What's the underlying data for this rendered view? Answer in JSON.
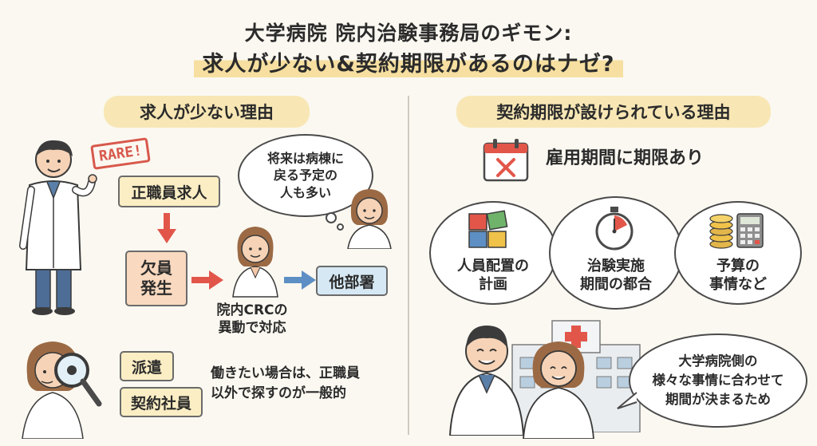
{
  "title": {
    "line1": "大学病院 院内治験事務局のギモン:",
    "line2": "求人が少ない&契約期限があるのはナゼ?"
  },
  "left": {
    "heading": "求人が少ない理由",
    "rare_stamp": "RARE!",
    "job_card": "正職員求人",
    "vacancy_card": [
      "欠員",
      "発生"
    ],
    "thought_bubble": [
      "将来は病棟に",
      "戻る予定の",
      "人も多い"
    ],
    "dept_card": "他部署",
    "crc_caption": [
      "院内CRCの",
      "異動で対応"
    ],
    "haken_card": "派遣",
    "keiyaku_card": "契約社員",
    "bottom_text": [
      "働きたい場合は、正職員",
      "以外で探すのが一般的"
    ]
  },
  "right": {
    "heading": "契約期限が設けられている理由",
    "calendar_text": "雇用期間に期限あり",
    "reasons": [
      [
        "人員配置の",
        "計画"
      ],
      [
        "治験実施",
        "期間の都合"
      ],
      [
        "予算の",
        "事情など"
      ]
    ],
    "speech": [
      "大学病院側の",
      "様々な事情に合わせて",
      "期間が決まるため"
    ]
  },
  "colors": {
    "highlight": "#f6dfa0",
    "heading_bg": "#f8e7b5",
    "arrow": "#e2564a",
    "stamp": "#d8584c",
    "blue_arrow": "#5d8fc4"
  }
}
